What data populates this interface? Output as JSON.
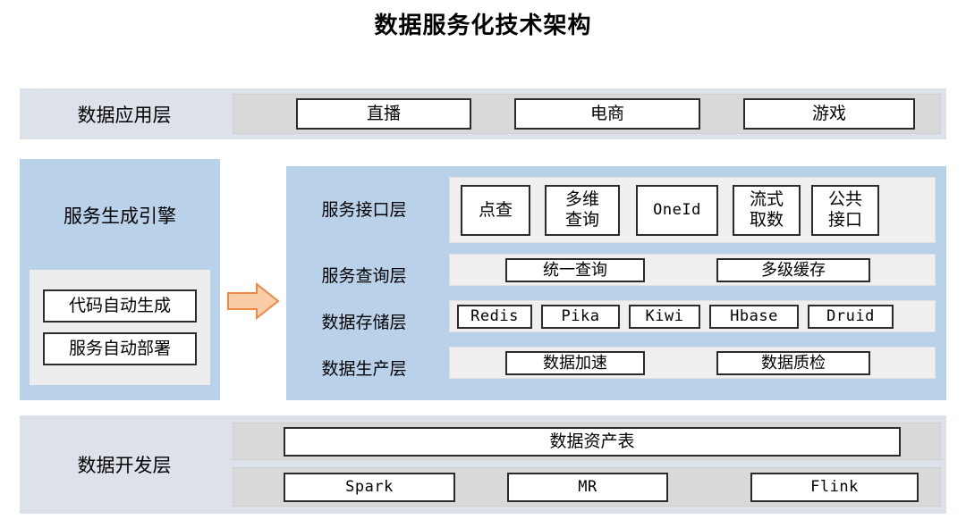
{
  "title": "数据服务化技术架构",
  "rows": {
    "application": {
      "label": "数据应用层",
      "items": [
        {
          "text": "直播"
        },
        {
          "text": "电商"
        },
        {
          "text": "游戏"
        }
      ]
    },
    "engine": {
      "label": "服务生成引擎",
      "items": [
        {
          "text": "代码自动生成"
        },
        {
          "text": "服务自动部署"
        }
      ]
    },
    "service_interface": {
      "label": "服务接口层",
      "items": [
        {
          "text": "点查",
          "line1": "点查",
          "line2": "",
          "mono": false
        },
        {
          "text": "多维查询",
          "line1": "多维",
          "line2": "查询",
          "mono": false
        },
        {
          "text": "OneId",
          "line1": "OneId",
          "line2": "",
          "mono": true
        },
        {
          "text": "流式取数",
          "line1": "流式",
          "line2": "取数",
          "mono": false
        },
        {
          "text": "公共接口",
          "line1": "公共",
          "line2": "接口",
          "mono": false
        }
      ]
    },
    "service_query": {
      "label": "服务查询层",
      "items": [
        {
          "text": "统一查询"
        },
        {
          "text": "多级缓存"
        }
      ]
    },
    "data_storage": {
      "label": "数据存储层",
      "items": [
        {
          "text": "Redis"
        },
        {
          "text": "Pika"
        },
        {
          "text": "Kiwi"
        },
        {
          "text": "Hbase"
        },
        {
          "text": "Druid"
        }
      ]
    },
    "data_production": {
      "label": "数据生产层",
      "items": [
        {
          "text": "数据加速"
        },
        {
          "text": "数据质检"
        }
      ]
    },
    "development": {
      "label": "数据开发层",
      "asset_table": {
        "text": "数据资产表"
      },
      "engines": [
        {
          "text": "Spark"
        },
        {
          "text": "MR"
        },
        {
          "text": "Flink"
        }
      ]
    }
  },
  "arrow": {
    "name": "flow-arrow-right",
    "fill": "#f8cda7",
    "stroke": "#ed8a46"
  },
  "colors": {
    "band_blue_gray": "#dde2ea",
    "panel_blue": "#b9d2ea",
    "track_gray": "#d9d9d9",
    "inner_gray": "#efefef",
    "box_border": "#2b2b2b",
    "text": "#000000"
  }
}
